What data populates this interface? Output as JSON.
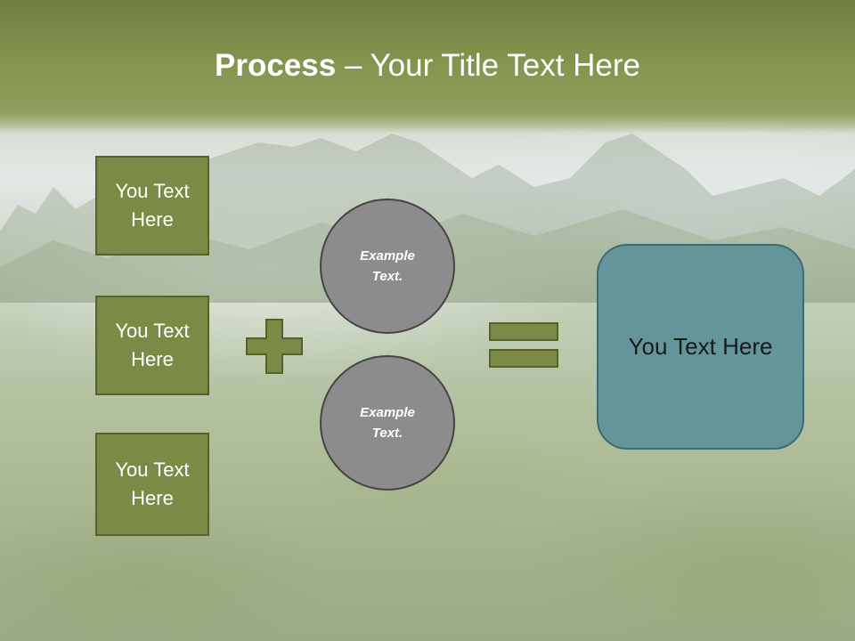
{
  "slide": {
    "title_strong": "Process",
    "title_rest": " – Your Title Text Here"
  },
  "inputs": [
    {
      "label": "You Text Here"
    },
    {
      "label": "You Text Here"
    },
    {
      "label": "You Text Here"
    }
  ],
  "operators": {
    "plus": "plus-icon",
    "equals": "equals-icon"
  },
  "circles": [
    {
      "text": "Example Text."
    },
    {
      "text": "Example Text."
    }
  ],
  "result": {
    "label": "You Text Here"
  },
  "colors": {
    "header_green": "#7f8f4a",
    "box_green": "#7b8a45",
    "circle_gray": "#8c8c8c",
    "result_teal": "#63959a"
  }
}
